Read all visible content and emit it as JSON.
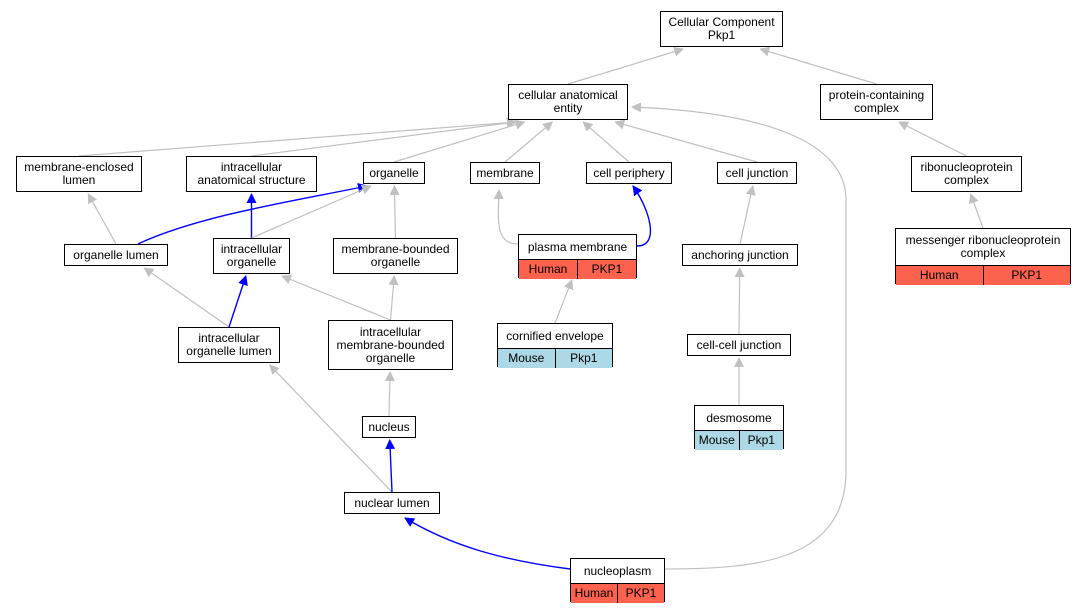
{
  "colors": {
    "human": "#fc624d",
    "mouse": "#add8e6",
    "edge_gray": "#c0c0c0",
    "edge_blue": "#0000ff"
  },
  "nodes": {
    "cellular_component": {
      "label": "Cellular Component\nPkp1"
    },
    "cellular_anatomical_entity": {
      "label": "cellular anatomical\nentity"
    },
    "protein_containing_complex": {
      "label": "protein-containing\ncomplex"
    },
    "membrane_enclosed_lumen": {
      "label": "membrane-enclosed\nlumen"
    },
    "intracellular_anatomical_structure": {
      "label": "intracellular\nanatomical structure"
    },
    "organelle": {
      "label": "organelle"
    },
    "membrane": {
      "label": "membrane"
    },
    "cell_periphery": {
      "label": "cell periphery"
    },
    "cell_junction": {
      "label": "cell junction"
    },
    "ribonucleoprotein_complex": {
      "label": "ribonucleoprotein\ncomplex"
    },
    "organelle_lumen": {
      "label": "organelle lumen"
    },
    "intracellular_organelle": {
      "label": "intracellular\norganelle"
    },
    "membrane_bounded_organelle": {
      "label": "membrane-bounded\norganelle"
    },
    "plasma_membrane": {
      "label": "plasma membrane",
      "cells": [
        "Human",
        "PKP1"
      ],
      "species": "human"
    },
    "anchoring_junction": {
      "label": "anchoring junction"
    },
    "messenger_rnp_complex": {
      "label": "messenger ribonucleoprotein\ncomplex",
      "cells": [
        "Human",
        "PKP1"
      ],
      "species": "human"
    },
    "cornified_envelope": {
      "label": "cornified envelope",
      "cells": [
        "Mouse",
        "Pkp1"
      ],
      "species": "mouse"
    },
    "intracellular_organelle_lumen": {
      "label": "intracellular\norganelle lumen"
    },
    "intracellular_membrane_bounded_organelle": {
      "label": "intracellular\nmembrane-bounded\norganelle"
    },
    "cell_cell_junction": {
      "label": "cell-cell junction"
    },
    "desmosome": {
      "label": "desmosome",
      "cells": [
        "Mouse",
        "Pkp1"
      ],
      "species": "mouse"
    },
    "nucleus": {
      "label": "nucleus"
    },
    "nuclear_lumen": {
      "label": "nuclear lumen"
    },
    "nucleoplasm": {
      "label": "nucleoplasm",
      "cells": [
        "Human",
        "PKP1"
      ],
      "species": "human"
    }
  },
  "edges": [
    {
      "from": "cellular_anatomical_entity",
      "to": "cellular_component",
      "style": "gray"
    },
    {
      "from": "protein_containing_complex",
      "to": "cellular_component",
      "style": "gray"
    },
    {
      "from": "membrane_enclosed_lumen",
      "to": "cellular_anatomical_entity",
      "style": "gray"
    },
    {
      "from": "intracellular_anatomical_structure",
      "to": "cellular_anatomical_entity",
      "style": "gray"
    },
    {
      "from": "organelle",
      "to": "cellular_anatomical_entity",
      "style": "gray"
    },
    {
      "from": "membrane",
      "to": "cellular_anatomical_entity",
      "style": "gray"
    },
    {
      "from": "cell_periphery",
      "to": "cellular_anatomical_entity",
      "style": "gray"
    },
    {
      "from": "cell_junction",
      "to": "cellular_anatomical_entity",
      "style": "gray"
    },
    {
      "from": "nucleoplasm",
      "to": "cellular_anatomical_entity",
      "style": "gray"
    },
    {
      "from": "ribonucleoprotein_complex",
      "to": "protein_containing_complex",
      "style": "gray"
    },
    {
      "from": "messenger_rnp_complex",
      "to": "ribonucleoprotein_complex",
      "style": "gray"
    },
    {
      "from": "organelle_lumen",
      "to": "membrane_enclosed_lumen",
      "style": "gray"
    },
    {
      "from": "organelle_lumen",
      "to": "organelle",
      "style": "blue"
    },
    {
      "from": "intracellular_organelle",
      "to": "intracellular_anatomical_structure",
      "style": "blue"
    },
    {
      "from": "intracellular_organelle",
      "to": "organelle",
      "style": "gray"
    },
    {
      "from": "membrane_bounded_organelle",
      "to": "organelle",
      "style": "gray"
    },
    {
      "from": "plasma_membrane",
      "to": "membrane",
      "style": "gray"
    },
    {
      "from": "plasma_membrane",
      "to": "cell_periphery",
      "style": "blue"
    },
    {
      "from": "anchoring_junction",
      "to": "cell_junction",
      "style": "gray"
    },
    {
      "from": "cornified_envelope",
      "to": "plasma_membrane",
      "style": "gray"
    },
    {
      "from": "intracellular_organelle_lumen",
      "to": "organelle_lumen",
      "style": "gray"
    },
    {
      "from": "intracellular_organelle_lumen",
      "to": "intracellular_organelle",
      "style": "blue"
    },
    {
      "from": "intracellular_membrane_bounded_organelle",
      "to": "intracellular_organelle",
      "style": "gray"
    },
    {
      "from": "intracellular_membrane_bounded_organelle",
      "to": "membrane_bounded_organelle",
      "style": "gray"
    },
    {
      "from": "cell_cell_junction",
      "to": "anchoring_junction",
      "style": "gray"
    },
    {
      "from": "desmosome",
      "to": "cell_cell_junction",
      "style": "gray"
    },
    {
      "from": "nucleus",
      "to": "intracellular_membrane_bounded_organelle",
      "style": "gray"
    },
    {
      "from": "nuclear_lumen",
      "to": "intracellular_organelle_lumen",
      "style": "gray"
    },
    {
      "from": "nuclear_lumen",
      "to": "nucleus",
      "style": "blue"
    },
    {
      "from": "nucleoplasm",
      "to": "nuclear_lumen",
      "style": "blue"
    }
  ]
}
